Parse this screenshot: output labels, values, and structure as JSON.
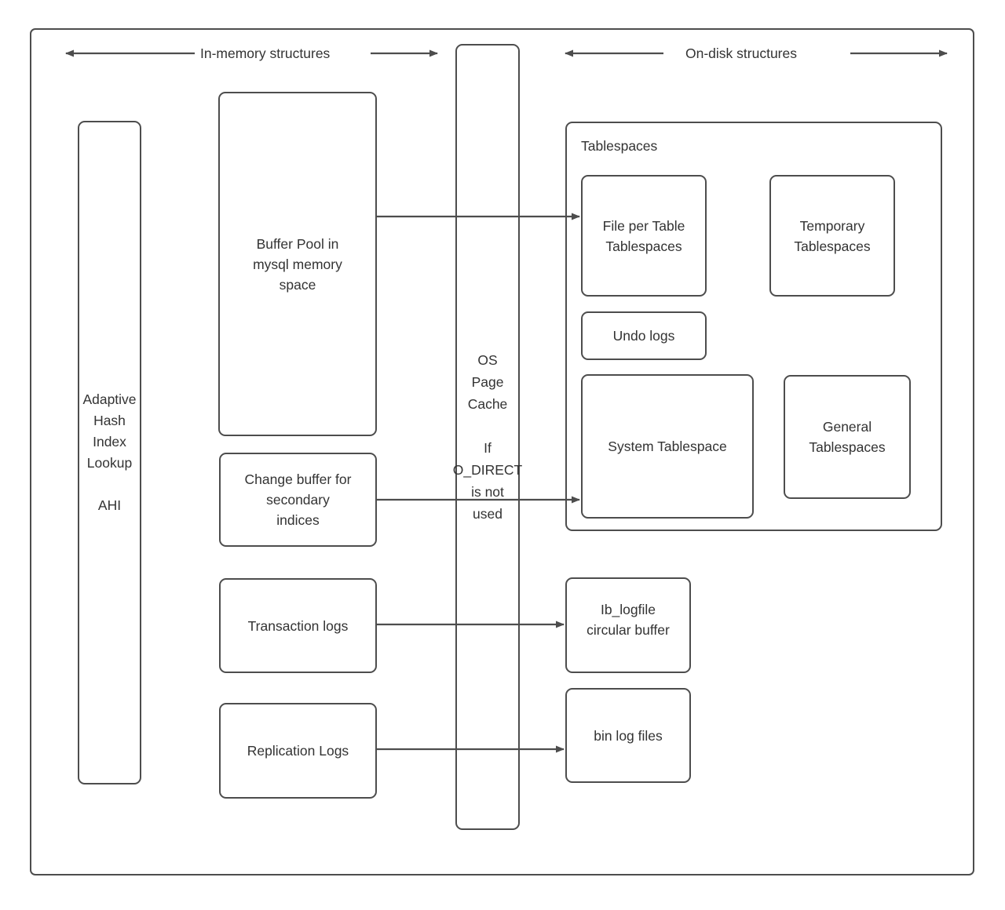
{
  "diagram": {
    "title_hidden": "MySQL InnoDB in-memory and on-disk structures",
    "headers": {
      "left": "In-memory structures",
      "right": "On-disk structures"
    },
    "boxes": {
      "ahi": "Adaptive\nHash\nIndex\nLookup\n\nAHI",
      "buffer_pool": "Buffer Pool in\nmysql memory\nspace",
      "change_buffer": "Change buffer for\nsecondary\nindices",
      "transaction_logs": "Transaction logs",
      "replication_logs": "Replication Logs",
      "os_page_cache": "OS\nPage\nCache\n\nIf\nO_DIRECT\nis not\nused",
      "tablespaces_group": "Tablespaces",
      "file_per_table": "File per Table\nTablespaces",
      "temporary_tablespaces": "Temporary\nTablespaces",
      "undo_logs": "Undo logs",
      "system_tablespace": "System Tablespace",
      "general_tablespaces": "General\nTablespaces",
      "ib_logfile": "Ib_logfile\ncircular buffer",
      "bin_log_files": "bin log files"
    },
    "colors": {
      "stroke": "#4d4d4d",
      "text": "#333333",
      "background": "#ffffff"
    }
  }
}
